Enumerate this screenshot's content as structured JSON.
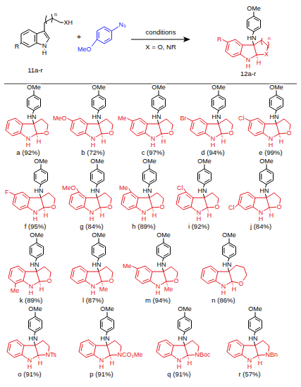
{
  "diagram": {
    "labels": [
      "R",
      "N",
      "H",
      "n",
      "XH",
      "11a-r",
      "+",
      "MeO",
      "N₃",
      "conditions",
      "X = O, NR",
      "OMe",
      "HN",
      "R",
      "X",
      "N",
      "H",
      "H",
      "n",
      "12a-r",
      "OMe",
      "HN",
      "O",
      "N",
      "H",
      "H",
      "a (92%)",
      "OMe",
      "HN",
      "MeO",
      "O",
      "N",
      "H",
      "H",
      "b (72%)",
      "OMe",
      "HN",
      "Me",
      "O",
      "N",
      "H",
      "H",
      "c (97%)",
      "OMe",
      "HN",
      "Br",
      "O",
      "N",
      "H",
      "H",
      "d (94%)",
      "OMe",
      "HN",
      "Cl",
      "O",
      "N",
      "H",
      "H",
      "e (99%)",
      "OMe",
      "HN",
      "F",
      "O",
      "N",
      "H",
      "H",
      "f (95%)",
      "OMe",
      "HN",
      "MeO",
      "O",
      "N",
      "H",
      "H",
      "g (84%)",
      "OMe",
      "HN",
      "Me",
      "O",
      "N",
      "H",
      "H",
      "h (89%)",
      "OMe",
      "HN",
      "Cl",
      "O",
      "N",
      "H",
      "H",
      "i (92%)",
      "OMe",
      "HN",
      "Cl",
      "O",
      "N",
      "H",
      "H",
      "j (84%)",
      "OMe",
      "HN",
      "Me",
      "O",
      "N",
      "H",
      "H",
      "k (89%)",
      "OMe",
      "HN",
      "O",
      "N",
      "H",
      "Me",
      "l (87%)",
      "OMe",
      "HN",
      "Me",
      "O",
      "N",
      "H",
      "Me",
      "m (94%)",
      "OMe",
      "HN",
      "O",
      "N",
      "H",
      "H",
      "n (86%)",
      "OMe",
      "HN",
      "NTs",
      "N",
      "H",
      "H",
      "o (91%)",
      "OMe",
      "HN",
      "NCO₂Me",
      "N",
      "H",
      "H",
      "p (91%)",
      "OMe",
      "HN",
      "NBoc",
      "N",
      "H",
      "H",
      "q (91%)",
      "OMe",
      "HN",
      "NBn",
      "N",
      "H",
      "H",
      "r (57%)"
    ]
  }
}
